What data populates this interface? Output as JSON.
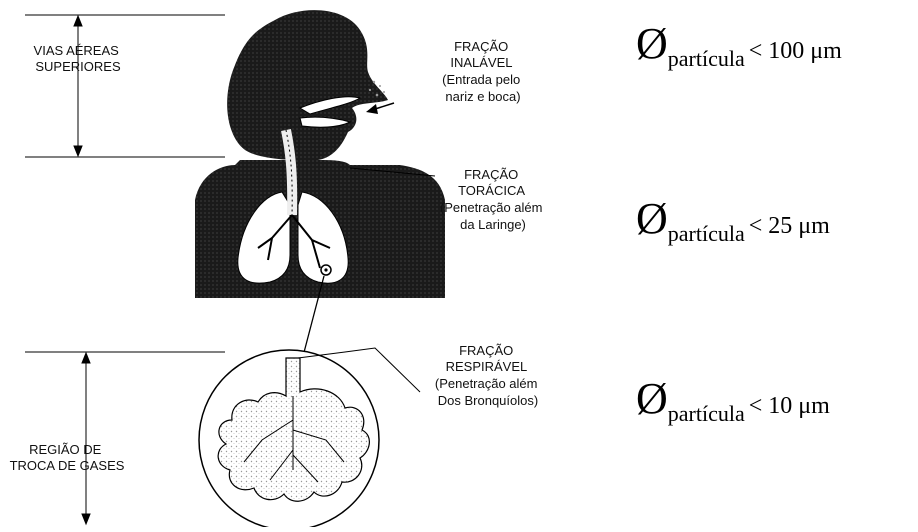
{
  "labels": {
    "upper_airways": [
      "VIAS AÉREAS",
      "SUPERIORES"
    ],
    "gas_exchange": [
      "REGIÃO DE",
      "TROCA DE GASES"
    ],
    "inhalable": [
      "FRAÇÃO",
      "INALÁVEL",
      "(Entrada pelo",
      "nariz e boca)"
    ],
    "thoracic": [
      "FRAÇÃO",
      "TORÁCICA",
      "(Penetração além",
      "da Laringe)"
    ],
    "respirable": [
      "FRAÇÃO",
      "RESPIRÁVEL",
      "(Penetração além",
      "Dos Bronquíolos)"
    ]
  },
  "formulas": [
    {
      "symbol": "Ø",
      "sub": "partícula",
      "cmp": "< 100 μm"
    },
    {
      "symbol": "Ø",
      "sub": "partícula",
      "cmp": "< 25 μm"
    },
    {
      "symbol": "Ø",
      "sub": "partícula",
      "cmp": "< 10 μm"
    }
  ]
}
